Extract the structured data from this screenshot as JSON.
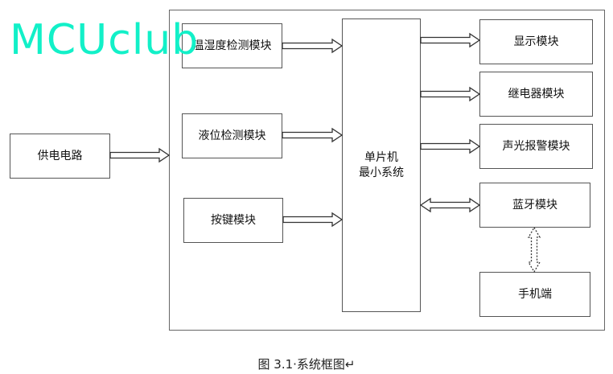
{
  "watermark": "MCUclub",
  "power": {
    "label": "供电电路"
  },
  "inputs": [
    {
      "label": "温湿度检测模块"
    },
    {
      "label": "液位检测模块"
    },
    {
      "label": "按键模块"
    }
  ],
  "mcu": {
    "line1": "单片机",
    "line2": "最小系统"
  },
  "outputs": [
    {
      "label": "显示模块"
    },
    {
      "label": "继电器模块"
    },
    {
      "label": "声光报警模块"
    },
    {
      "label": "蓝牙模块"
    }
  ],
  "phone": {
    "label": "手机端"
  },
  "caption": "图 3.1·系统框图↵"
}
